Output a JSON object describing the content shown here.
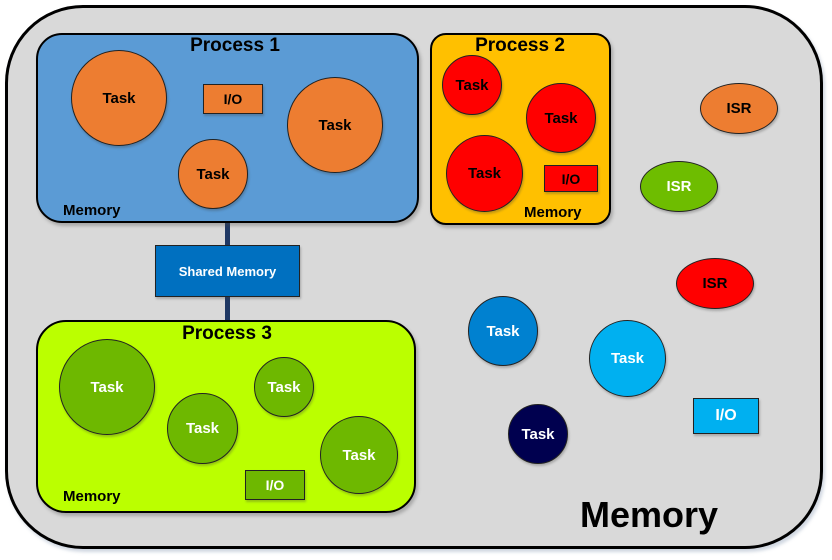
{
  "diagram": {
    "outer": {
      "label": "Memory",
      "fill": "#d9d9d9"
    },
    "processes": [
      {
        "title": "Process 1",
        "memory_label": "Memory",
        "fill": "#5b9bd5",
        "tasks": [
          {
            "label": "Task",
            "fill": "#ed7d31",
            "text_color": "#000000"
          },
          {
            "label": "Task",
            "fill": "#ed7d31",
            "text_color": "#000000"
          },
          {
            "label": "Task",
            "fill": "#ed7d31",
            "text_color": "#000000"
          }
        ],
        "io": {
          "label": "I/O",
          "fill": "#ed7d31",
          "text_color": "#000000"
        }
      },
      {
        "title": "Process 2",
        "memory_label": "Memory",
        "fill": "#ffc000",
        "tasks": [
          {
            "label": "Task",
            "fill": "#ff0000",
            "text_color": "#000000"
          },
          {
            "label": "Task",
            "fill": "#ff0000",
            "text_color": "#000000"
          },
          {
            "label": "Task",
            "fill": "#ff0000",
            "text_color": "#000000"
          }
        ],
        "io": {
          "label": "I/O",
          "fill": "#ff0000",
          "text_color": "#000000"
        }
      },
      {
        "title": "Process 3",
        "memory_label": "Memory",
        "fill": "#bbff00",
        "tasks": [
          {
            "label": "Task",
            "fill": "#6eb800",
            "text_color": "#ffffff"
          },
          {
            "label": "Task",
            "fill": "#6eb800",
            "text_color": "#ffffff"
          },
          {
            "label": "Task",
            "fill": "#6eb800",
            "text_color": "#ffffff"
          },
          {
            "label": "Task",
            "fill": "#6eb800",
            "text_color": "#ffffff"
          }
        ],
        "io": {
          "label": "I/O",
          "fill": "#6eb800",
          "text_color": "#ffffff"
        }
      }
    ],
    "shared_memory": {
      "label": "Shared Memory",
      "fill": "#0070c0",
      "text_color": "#ffffff",
      "connector_color": "#1f3864"
    },
    "isrs": [
      {
        "label": "ISR",
        "fill": "#ed7d31",
        "text_color": "#000000"
      },
      {
        "label": "ISR",
        "fill": "#6ebd00",
        "text_color": "#ffffff"
      },
      {
        "label": "ISR",
        "fill": "#ff0000",
        "text_color": "#000000"
      }
    ],
    "free_tasks": [
      {
        "label": "Task",
        "fill": "#0081d0",
        "text_color": "#ffffff"
      },
      {
        "label": "Task",
        "fill": "#00b0f0",
        "text_color": "#ffffff"
      },
      {
        "label": "Task",
        "fill": "#00004f",
        "text_color": "#ffffff"
      }
    ],
    "free_io": {
      "label": "I/O",
      "fill": "#00b0f0",
      "text_color": "#ffffff"
    }
  }
}
